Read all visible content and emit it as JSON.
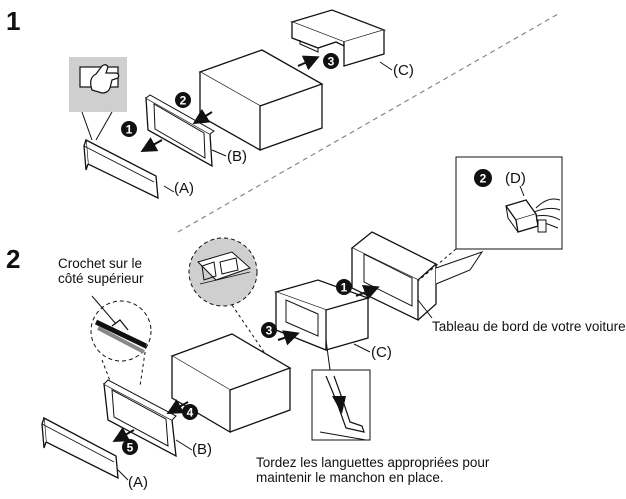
{
  "steps": {
    "step1": "1",
    "step2": "2"
  },
  "labels": {
    "a": "(A)",
    "b": "(B)",
    "c": "(C)",
    "d": "(D)"
  },
  "markers": [
    "1",
    "2",
    "3",
    "4",
    "5"
  ],
  "captions": {
    "hook_line1": "Crochet sur le",
    "hook_line2": "côté supérieur",
    "dashboard": "Tableau de bord de votre voiture",
    "tabs_line1": "Tordez les languettes appropriées pour",
    "tabs_line2": "maintenir le manchon en place."
  },
  "colors": {
    "line": "#111111",
    "dash": "#888888",
    "callout": "#cfcfcf",
    "white": "#ffffff"
  }
}
